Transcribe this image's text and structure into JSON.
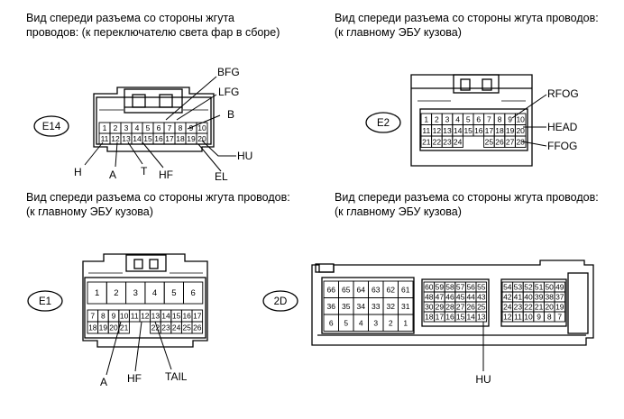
{
  "captions": {
    "e14": "Вид спереди разъема со стороны жгута проводов: (к переключателю света фар в сборе)",
    "e2": "Вид спереди разъема со стороны жгута проводов: (к главному ЭБУ кузова)",
    "e1": "Вид спереди разъема со стороны жгута проводов: (к главному ЭБУ кузова)",
    "d2": "Вид спереди разъема со стороны жгута проводов: (к главному ЭБУ кузова)"
  },
  "connectors": {
    "e14": {
      "id": "E14",
      "row1": [
        "1",
        "2",
        "3",
        "4",
        "5",
        "6",
        "7",
        "8",
        "9",
        "10"
      ],
      "row2": [
        "11",
        "12",
        "13",
        "14",
        "15",
        "16",
        "17",
        "18",
        "19",
        "20"
      ],
      "labels": {
        "bfg": "BFG",
        "lfg": "LFG",
        "b": "B",
        "hu": "HU",
        "el": "EL",
        "h": "H",
        "a": "A",
        "t": "T",
        "hf": "HF"
      }
    },
    "e2": {
      "id": "E2",
      "row1": [
        "1",
        "2",
        "3",
        "4",
        "5",
        "6",
        "7",
        "8",
        "9",
        "10"
      ],
      "row2": [
        "11",
        "12",
        "13",
        "14",
        "15",
        "16",
        "17",
        "18",
        "19",
        "20"
      ],
      "row3": [
        "21",
        "22",
        "23",
        "24",
        "",
        "",
        "25",
        "26",
        "27",
        "28"
      ],
      "labels": {
        "rfog": "RFOG",
        "head": "HEAD",
        "ffog": "FFOG"
      }
    },
    "e1": {
      "id": "E1",
      "big": [
        "1",
        "2",
        "3",
        "4",
        "5",
        "6"
      ],
      "row2": [
        "7",
        "8",
        "9",
        "10",
        "11",
        "12",
        "13",
        "14",
        "15",
        "16",
        "17"
      ],
      "row3": [
        "18",
        "19",
        "20",
        "21",
        "",
        "",
        "22",
        "23",
        "24",
        "25",
        "26"
      ],
      "labels": {
        "a": "A",
        "hf": "HF",
        "tail": "TAIL"
      }
    },
    "d2": {
      "id": "2D",
      "big": [
        [
          "66",
          "65",
          "64",
          "63",
          "62",
          "61"
        ],
        [
          "36",
          "35",
          "34",
          "33",
          "32",
          "31"
        ],
        [
          "6",
          "5",
          "4",
          "3",
          "2",
          "1"
        ]
      ],
      "mid": [
        [
          "60",
          "59",
          "58",
          "57",
          "56",
          "55"
        ],
        [
          "48",
          "47",
          "46",
          "45",
          "44",
          "43"
        ],
        [
          "30",
          "29",
          "28",
          "27",
          "26",
          "25"
        ],
        [
          "18",
          "17",
          "16",
          "15",
          "14",
          "13"
        ]
      ],
      "right": [
        [
          "54",
          "53",
          "52",
          "51",
          "50",
          "49"
        ],
        [
          "42",
          "41",
          "40",
          "39",
          "38",
          "37"
        ],
        [
          "24",
          "23",
          "22",
          "21",
          "20",
          "19"
        ],
        [
          "12",
          "11",
          "10",
          "9",
          "8",
          "7"
        ]
      ],
      "labels": {
        "hu": "HU"
      }
    }
  }
}
